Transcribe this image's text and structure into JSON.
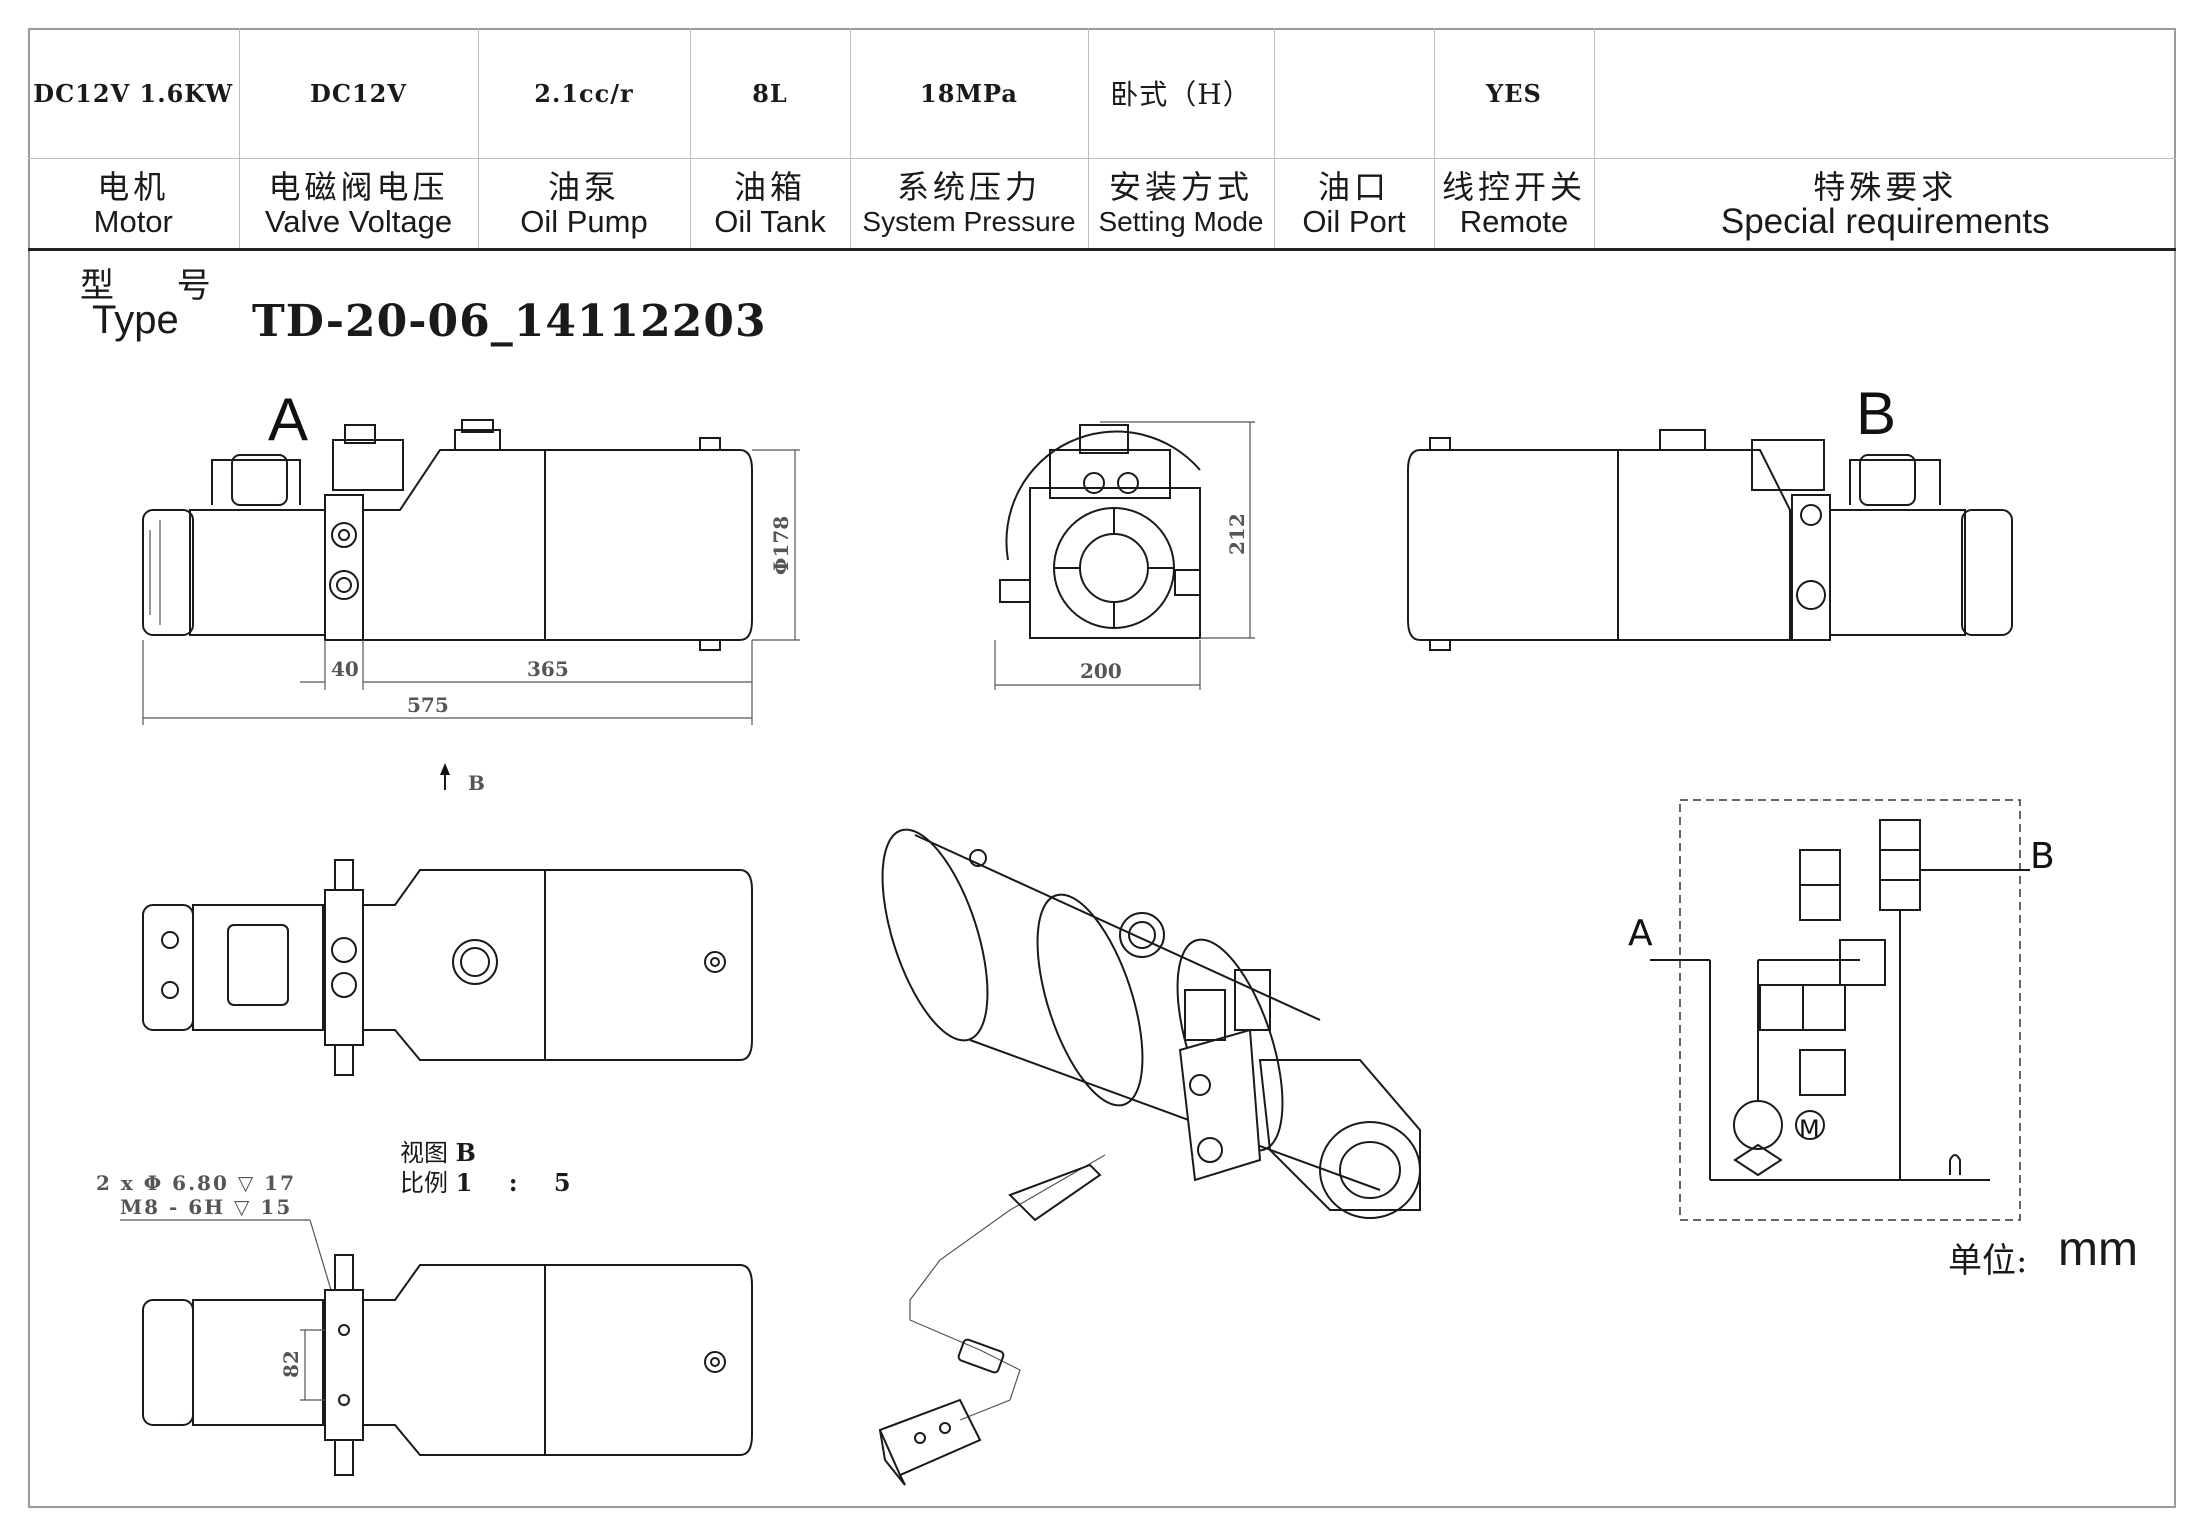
{
  "spec": {
    "values": [
      "DC12V  1.6KW",
      "DC12V",
      "2.1cc/r",
      "8L",
      "18MPa",
      "卧式（H）",
      "",
      "YES",
      ""
    ],
    "labels_cn": [
      "电机",
      "电磁阀电压",
      "油泵",
      "油箱",
      "系统压力",
      "安装方式",
      "油口",
      "线控开关",
      "特殊要求"
    ],
    "labels_en": [
      "Motor",
      "Valve Voltage",
      "Oil Pump",
      "Oil Tank",
      "System Pressure",
      "Setting Mode",
      "Oil Port",
      "Remote",
      "Special requirements"
    ]
  },
  "type": {
    "label_cn": "型  号",
    "label_en": "Type",
    "model": "TD-20-06_14112203"
  },
  "dimensions": {
    "d40": "40",
    "d365": "365",
    "d575": "575",
    "d178": "Φ178",
    "d212": "212",
    "d200": "200",
    "d82": "82"
  },
  "ports": {
    "a": "A",
    "b": "B"
  },
  "view_b": {
    "arrow_label": "B",
    "view_text": "视图",
    "view_letter": "B",
    "scale_text": "比例",
    "scale_value": "1 : 5"
  },
  "callout": {
    "line1": "2 x Φ 6.80 ▽ 17",
    "line2": "M8 - 6H ▽ 15"
  },
  "unit": {
    "label": "单位:",
    "value": "mm"
  },
  "schematic": {
    "port_a": "A",
    "port_b": "B",
    "motor_symbol": "M"
  }
}
